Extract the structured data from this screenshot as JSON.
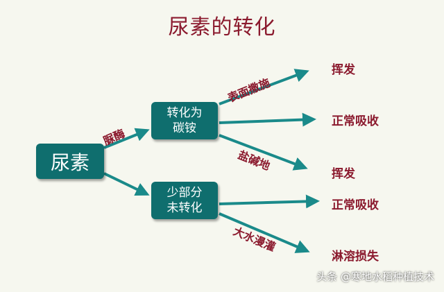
{
  "title": "尿素的转化",
  "colors": {
    "node_fill": "#0f6e6e",
    "arrow": "#1a8a8a",
    "text_red": "#8b1a2e",
    "background": "#f6f7ef"
  },
  "nodes": {
    "root": "尿素",
    "converted": [
      "转化为",
      "碳铵"
    ],
    "unconverted": [
      "少部分",
      "未转化"
    ]
  },
  "edge_labels": {
    "urease": "脲酶",
    "surface_broadcast": "表面撒施",
    "saline_soil": "盐碱地",
    "flooding": "大水漫灌"
  },
  "results": {
    "volatilize_1": "挥发",
    "normal_uptake_1": "正常吸收",
    "volatilize_2": "挥发",
    "normal_uptake_2": "正常吸收",
    "leaching_loss": "淋溶损失"
  },
  "watermark": "头条 @寒地水稻种植技术"
}
